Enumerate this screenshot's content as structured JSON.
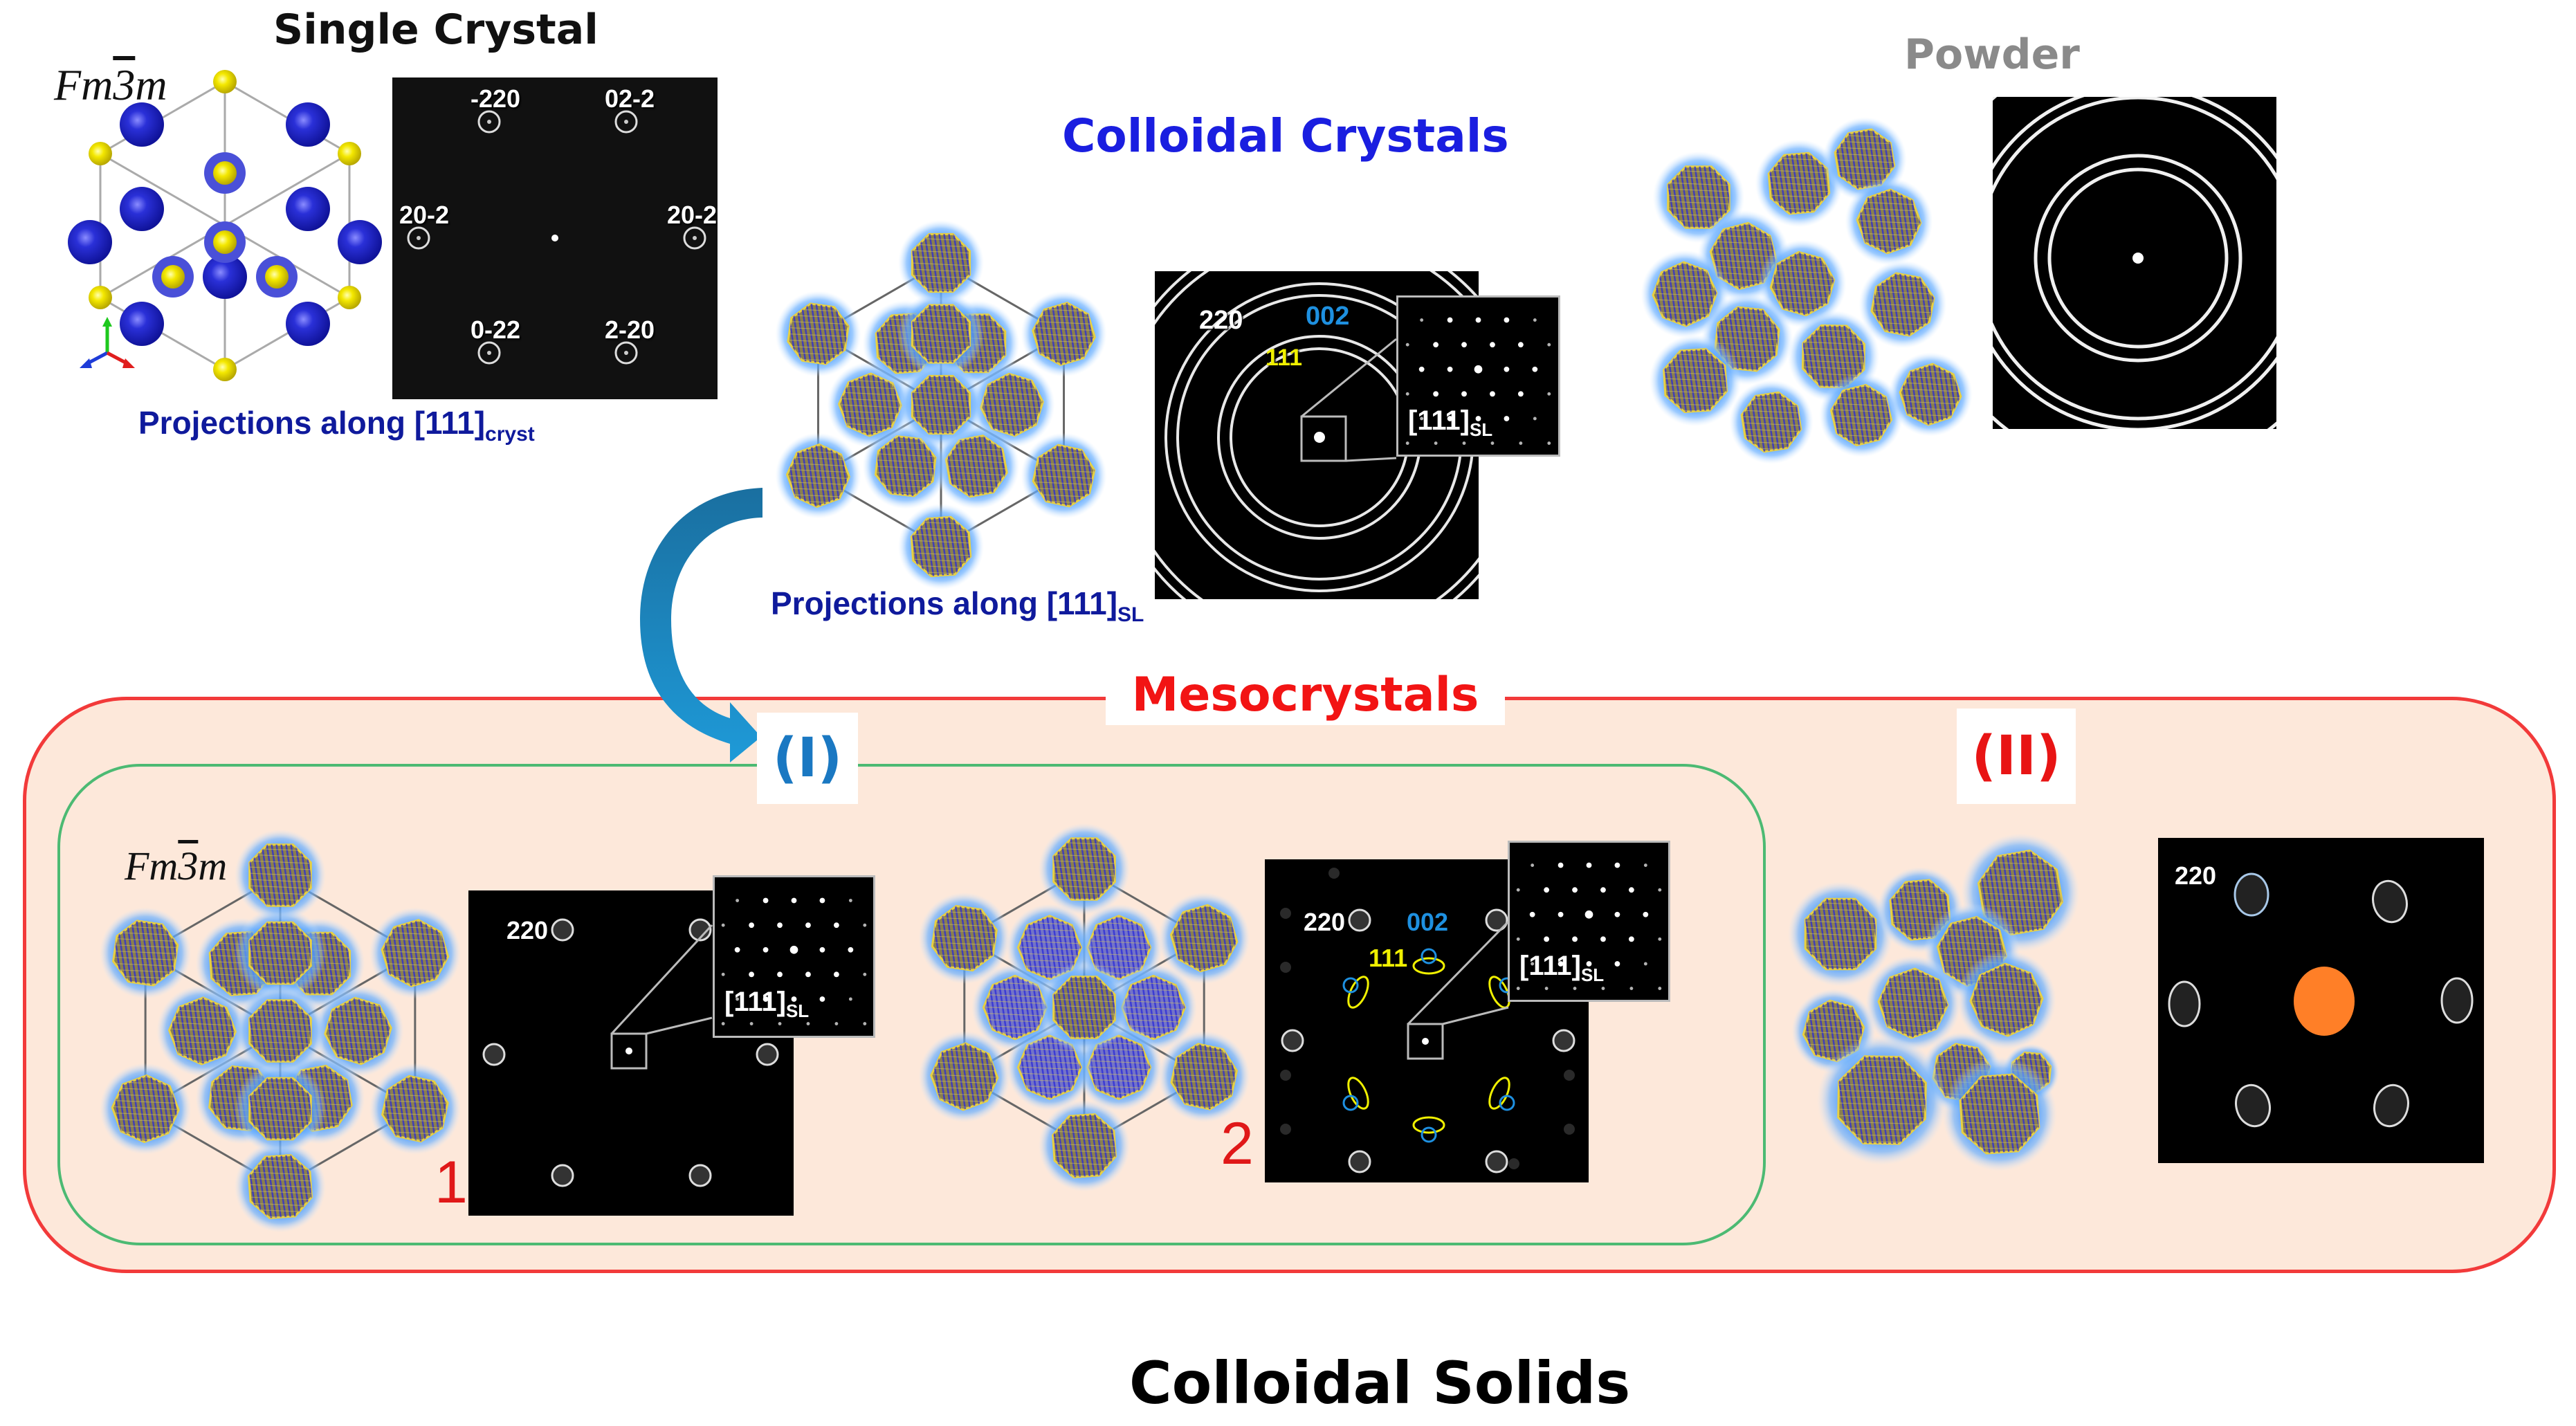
{
  "figure": {
    "bottom_title": "Colloidal Solids"
  },
  "single_crystal": {
    "title": "Single Crystal",
    "space_group": {
      "prefix": "Fm",
      "bar_digit": "3",
      "suffix": "m"
    },
    "projection_label": "Projections along [111]",
    "projection_sub": "cryst",
    "dp_labels": [
      "-220",
      "02-2",
      "20-2",
      "20-2",
      "0-22",
      "2-20"
    ],
    "atom_colors": {
      "large": "#1a1fc8",
      "small": "#f2e000"
    }
  },
  "colloidal_crystals": {
    "title": "Colloidal Crystals",
    "projection_label": "Projections along [111]",
    "projection_sub": "SL",
    "dp_labels": {
      "l220": "220",
      "l002": "002",
      "l111": "111"
    },
    "inset_label": "[111]",
    "inset_sub": "SL"
  },
  "powder": {
    "title": "Powder"
  },
  "mesocrystals": {
    "title": "Mesocrystals",
    "group_I": "(I)",
    "group_II": "(II)",
    "case1": {
      "number": "1",
      "space_group": {
        "prefix": "Fm",
        "bar_digit": "3",
        "suffix": "m"
      },
      "dp_label": "220",
      "inset_label": "[111]",
      "inset_sub": "SL"
    },
    "case2": {
      "number": "2",
      "dp_labels": {
        "l220": "220",
        "l002": "002",
        "l111": "111"
      },
      "inset_label": "[111]",
      "inset_sub": "SL"
    },
    "case_II": {
      "dp_label": "220"
    }
  },
  "colors": {
    "title_black": "#111111",
    "colloidal_blue": "#1a1ee0",
    "powder_gray": "#8a8a8a",
    "meso_red": "#f21414",
    "group_I_blue": "#1a78c2",
    "group_II_red": "#e81414",
    "meso_fill": "#fde8da",
    "meso_border": "#f23a3a",
    "group_I_border": "#4cba73",
    "arrow_blue": "#1a88c8",
    "label_002": "#1e90e0",
    "label_111": "#f0f000",
    "center_spot_orange": "#ff7f27"
  }
}
